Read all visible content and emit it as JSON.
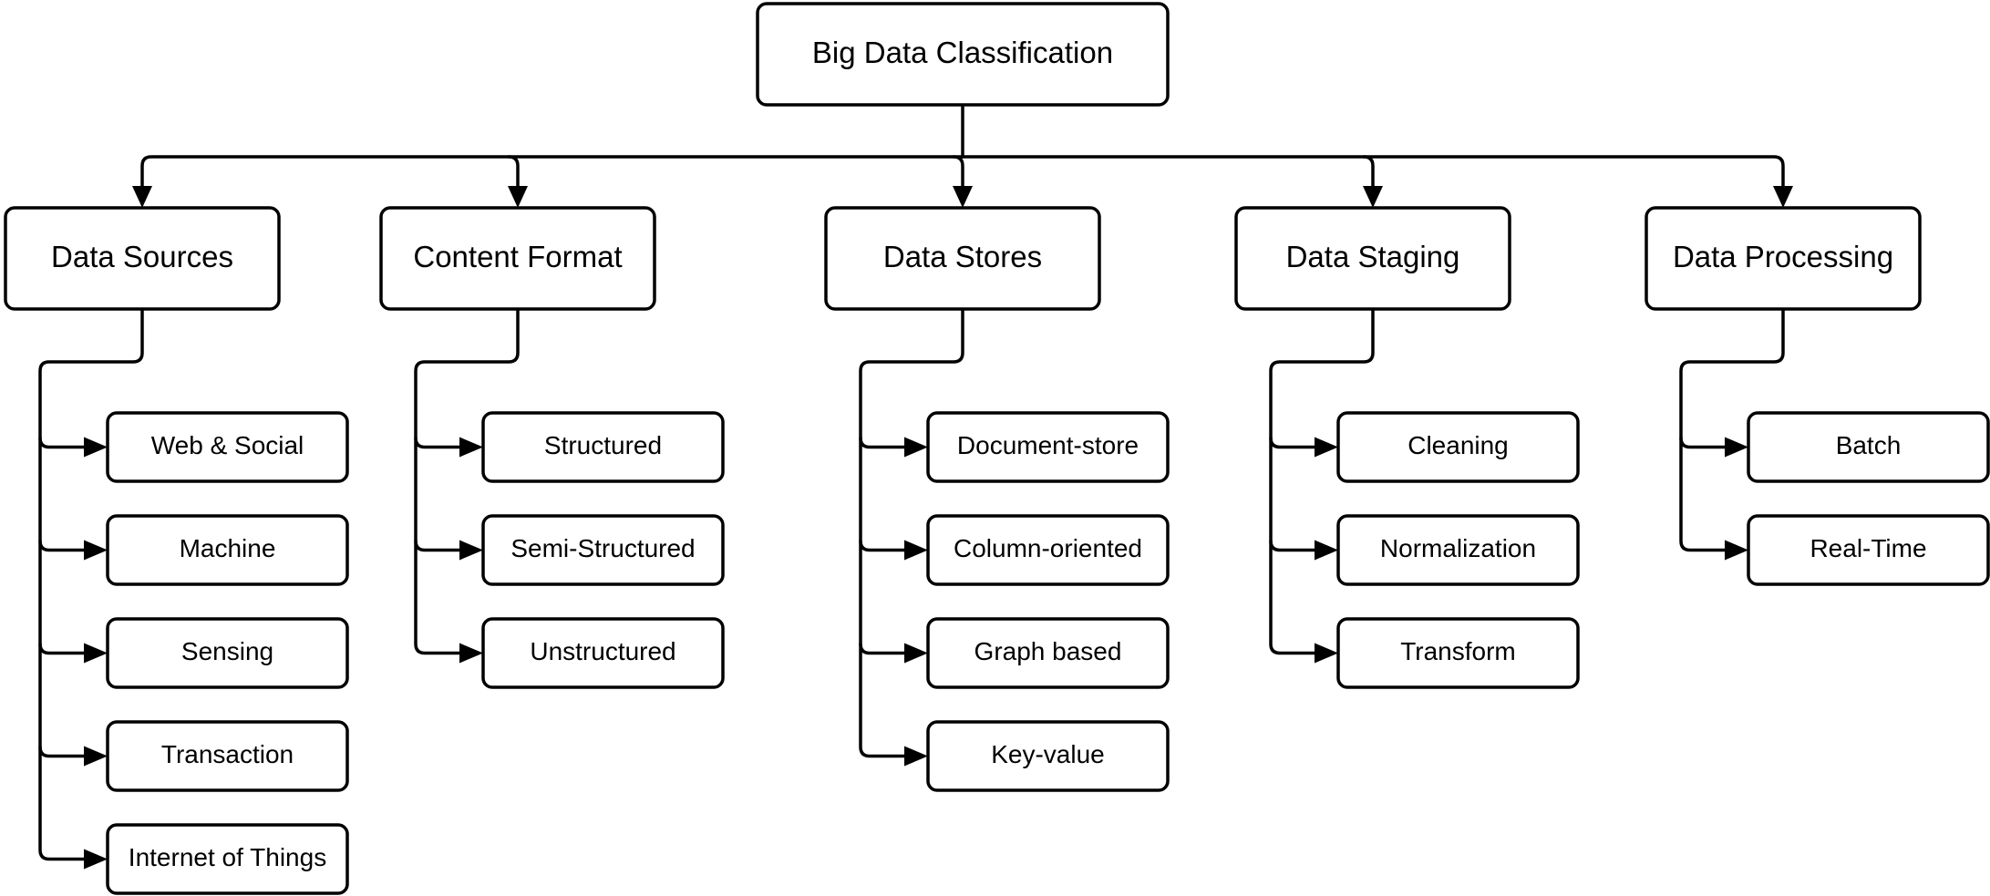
{
  "root": {
    "label": "Big Data Classification"
  },
  "categories": [
    {
      "label": "Data Sources",
      "items": [
        "Web & Social",
        "Machine",
        "Sensing",
        "Transaction",
        "Internet of Things"
      ]
    },
    {
      "label": "Content Format",
      "items": [
        "Structured",
        "Semi-Structured",
        "Unstructured"
      ]
    },
    {
      "label": "Data Stores",
      "items": [
        "Document-store",
        "Column-oriented",
        "Graph based",
        "Key-value"
      ]
    },
    {
      "label": "Data Staging",
      "items": [
        "Cleaning",
        "Normalization",
        "Transform"
      ]
    },
    {
      "label": "Data Processing",
      "items": [
        "Batch",
        "Real-Time"
      ]
    }
  ]
}
